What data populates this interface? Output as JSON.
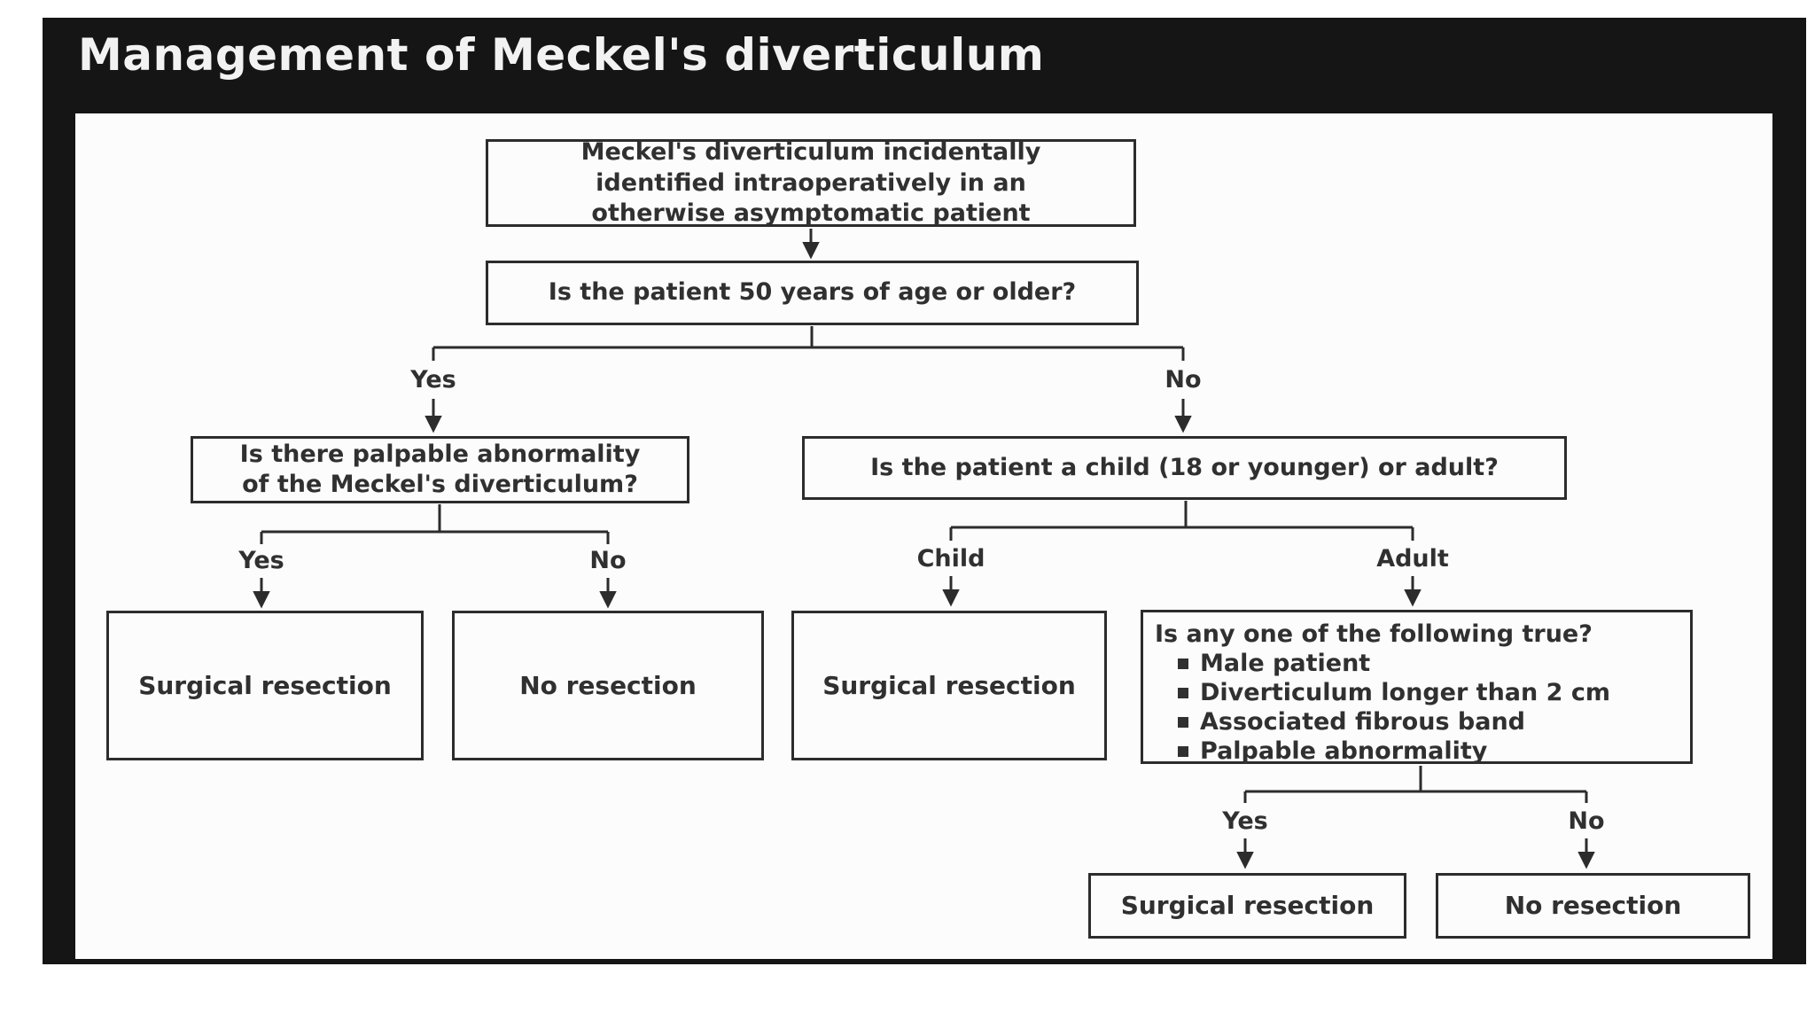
{
  "title": "Management of Meckel's diverticulum",
  "nodes": {
    "root": {
      "text": "Meckel's diverticulum incidentally\nidentified intraoperatively in an\notherwise asymptomatic patient"
    },
    "age_question": {
      "text": "Is the patient 50 years of age or older?"
    },
    "palpable_question": {
      "text": "Is there palpable abnormality\nof the Meckel's diverticulum?"
    },
    "child_adult_question": {
      "text": "Is the patient a child (18 or younger) or adult?"
    },
    "surgical_resection_left": {
      "text": "Surgical resection"
    },
    "no_resection_left": {
      "text": "No resection"
    },
    "surgical_resection_child": {
      "text": "Surgical resection"
    },
    "criteria": {
      "header": "Is any one of the following true?",
      "items": [
        "Male patient",
        "Diverticulum longer than 2 cm",
        "Associated fibrous band",
        "Palpable abnormality"
      ]
    },
    "surgical_resection_adult": {
      "text": "Surgical resection"
    },
    "no_resection_adult": {
      "text": "No resection"
    }
  },
  "edge_labels": {
    "age_yes": "Yes",
    "age_no": "No",
    "palpable_yes": "Yes",
    "palpable_no": "No",
    "child": "Child",
    "adult": "Adult",
    "criteria_yes": "Yes",
    "criteria_no": "No"
  },
  "colors": {
    "frame": "#151515",
    "panel": "#fcfcfc",
    "line": "#2c2c2c",
    "text": "#303030",
    "title": "#f2f2f2"
  }
}
